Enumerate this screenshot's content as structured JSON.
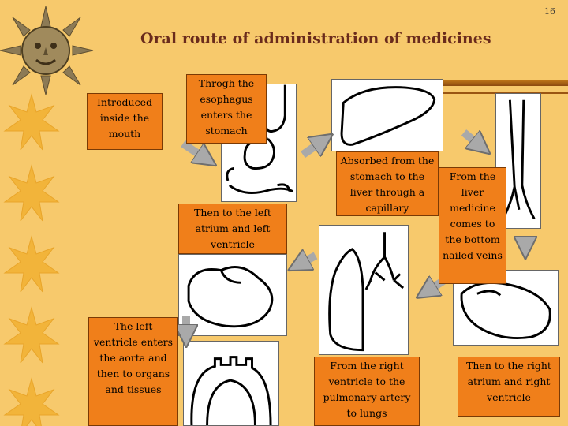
{
  "page_number": "16",
  "title": "Oral route of administration of medicines",
  "colors": {
    "background": "#F7C96C",
    "label_fill": "#F07F1A",
    "title": "#6A2B1C",
    "arrow": "#A9A9A9"
  },
  "labels": {
    "mouth": "Introduced inside the mouth",
    "esophagus": "Throgh the esophagus enters the stomach",
    "absorbed": "Absorbed from the stomach to the liver through a capillary",
    "liver": "From the liver medicine comes to the bottom nailed veins",
    "right_atrium": "Then to the right atrium and right ventricle",
    "right_ventricle": "From the right ventricle to the pulmonary artery to lungs",
    "left_atrium": "Then to the left atrium and left ventricle",
    "left_ventricle": "The left ventricle enters the aorta and then to organs and tissues"
  },
  "icons": [
    "sun-face-icon",
    "star-burst-icon"
  ]
}
